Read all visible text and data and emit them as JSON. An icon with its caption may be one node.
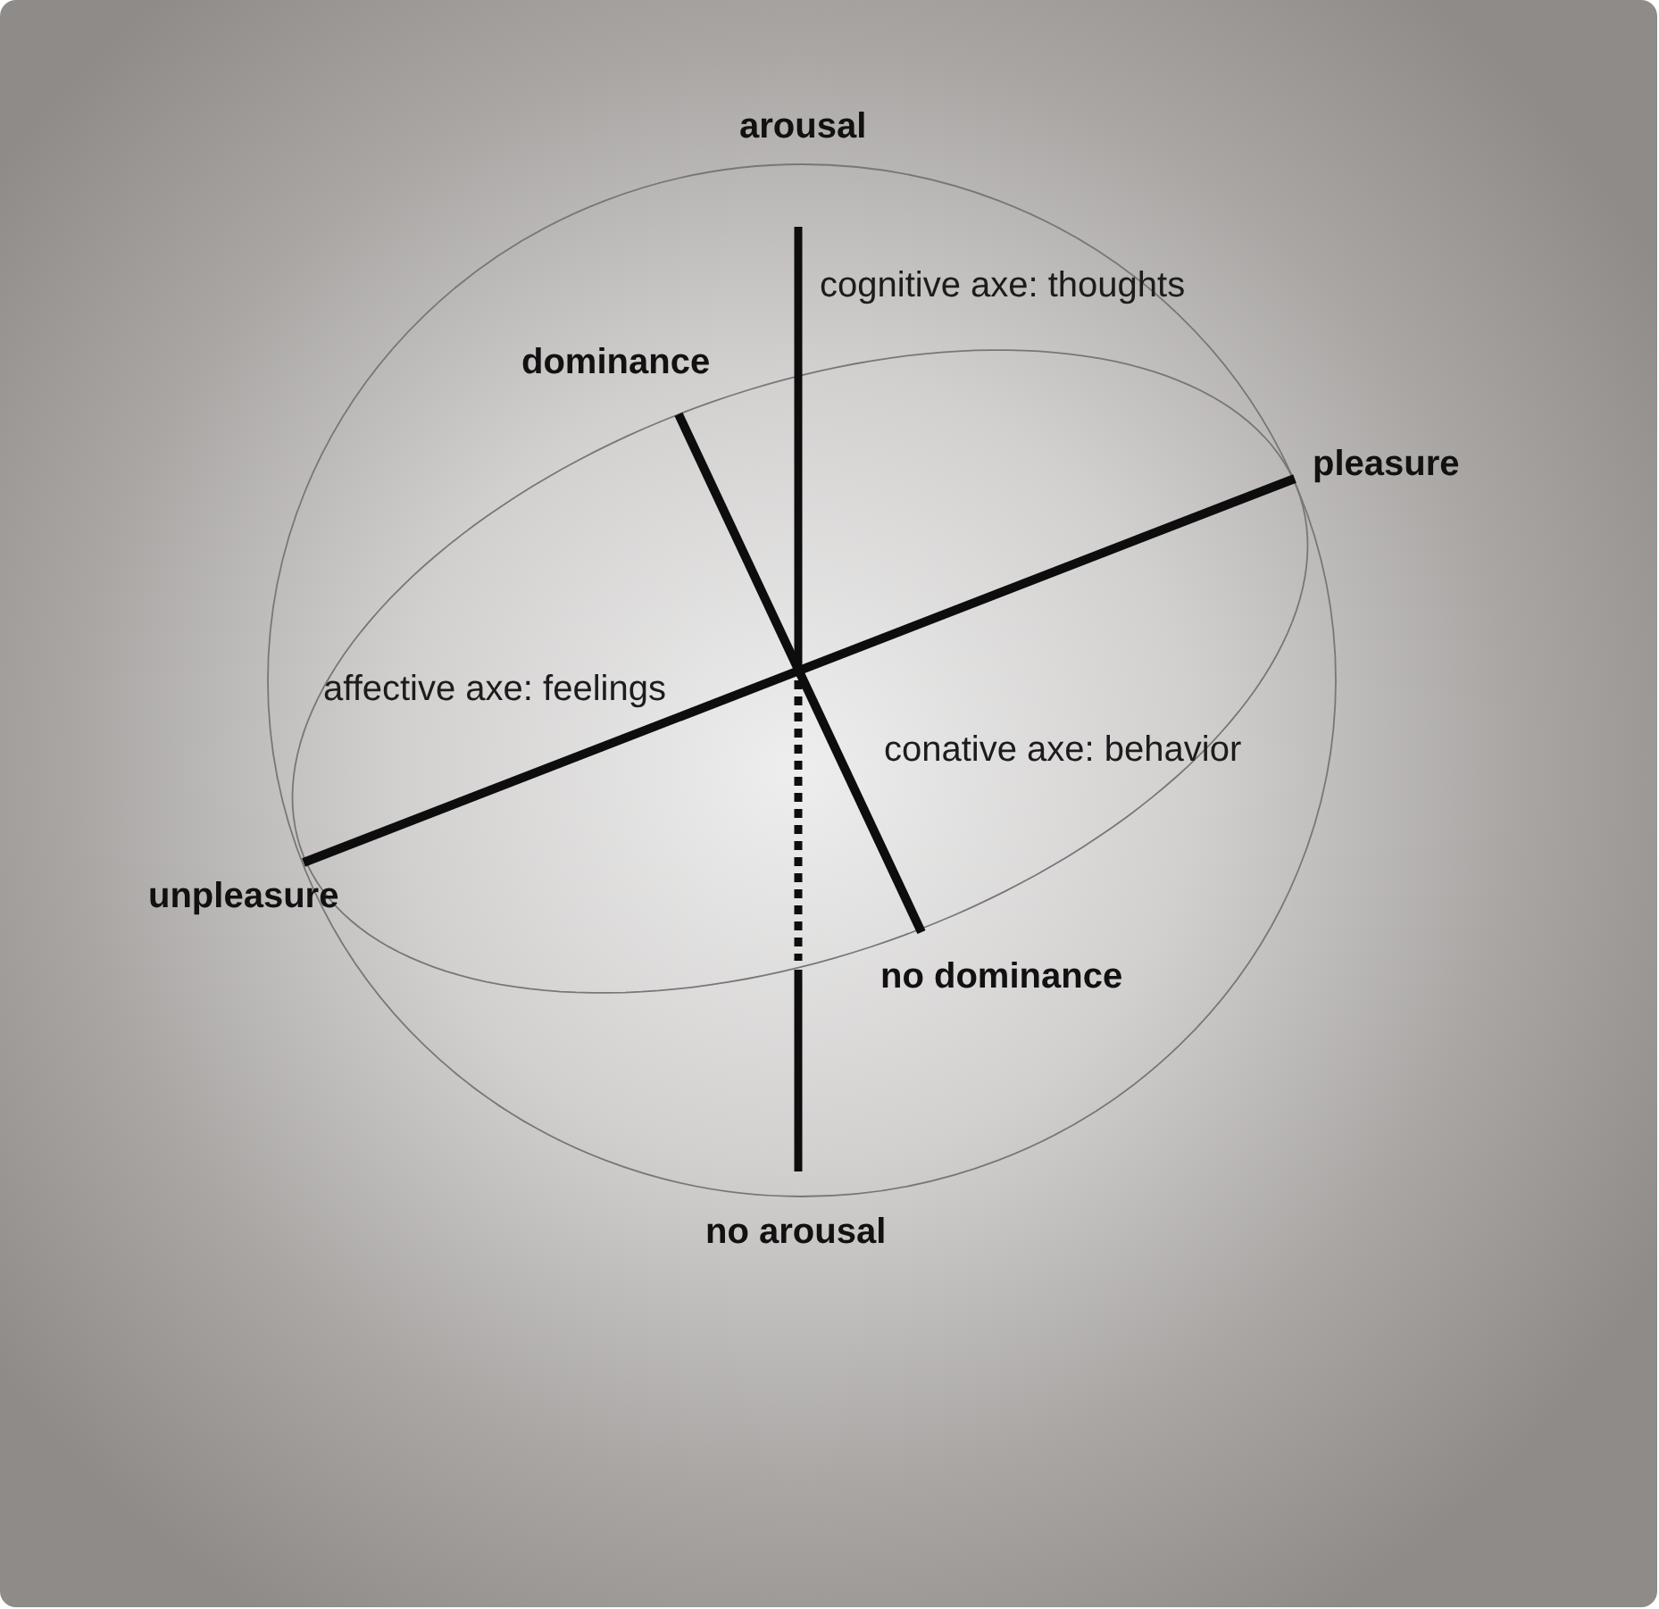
{
  "diagram": {
    "labels": [
      "arousal",
      "cognitive axe: thoughts",
      "dominance",
      "pleasure",
      "affective axe: feelings",
      "conative axe: behavior",
      "unpleasure",
      "no dominance",
      "no arousal"
    ]
  }
}
